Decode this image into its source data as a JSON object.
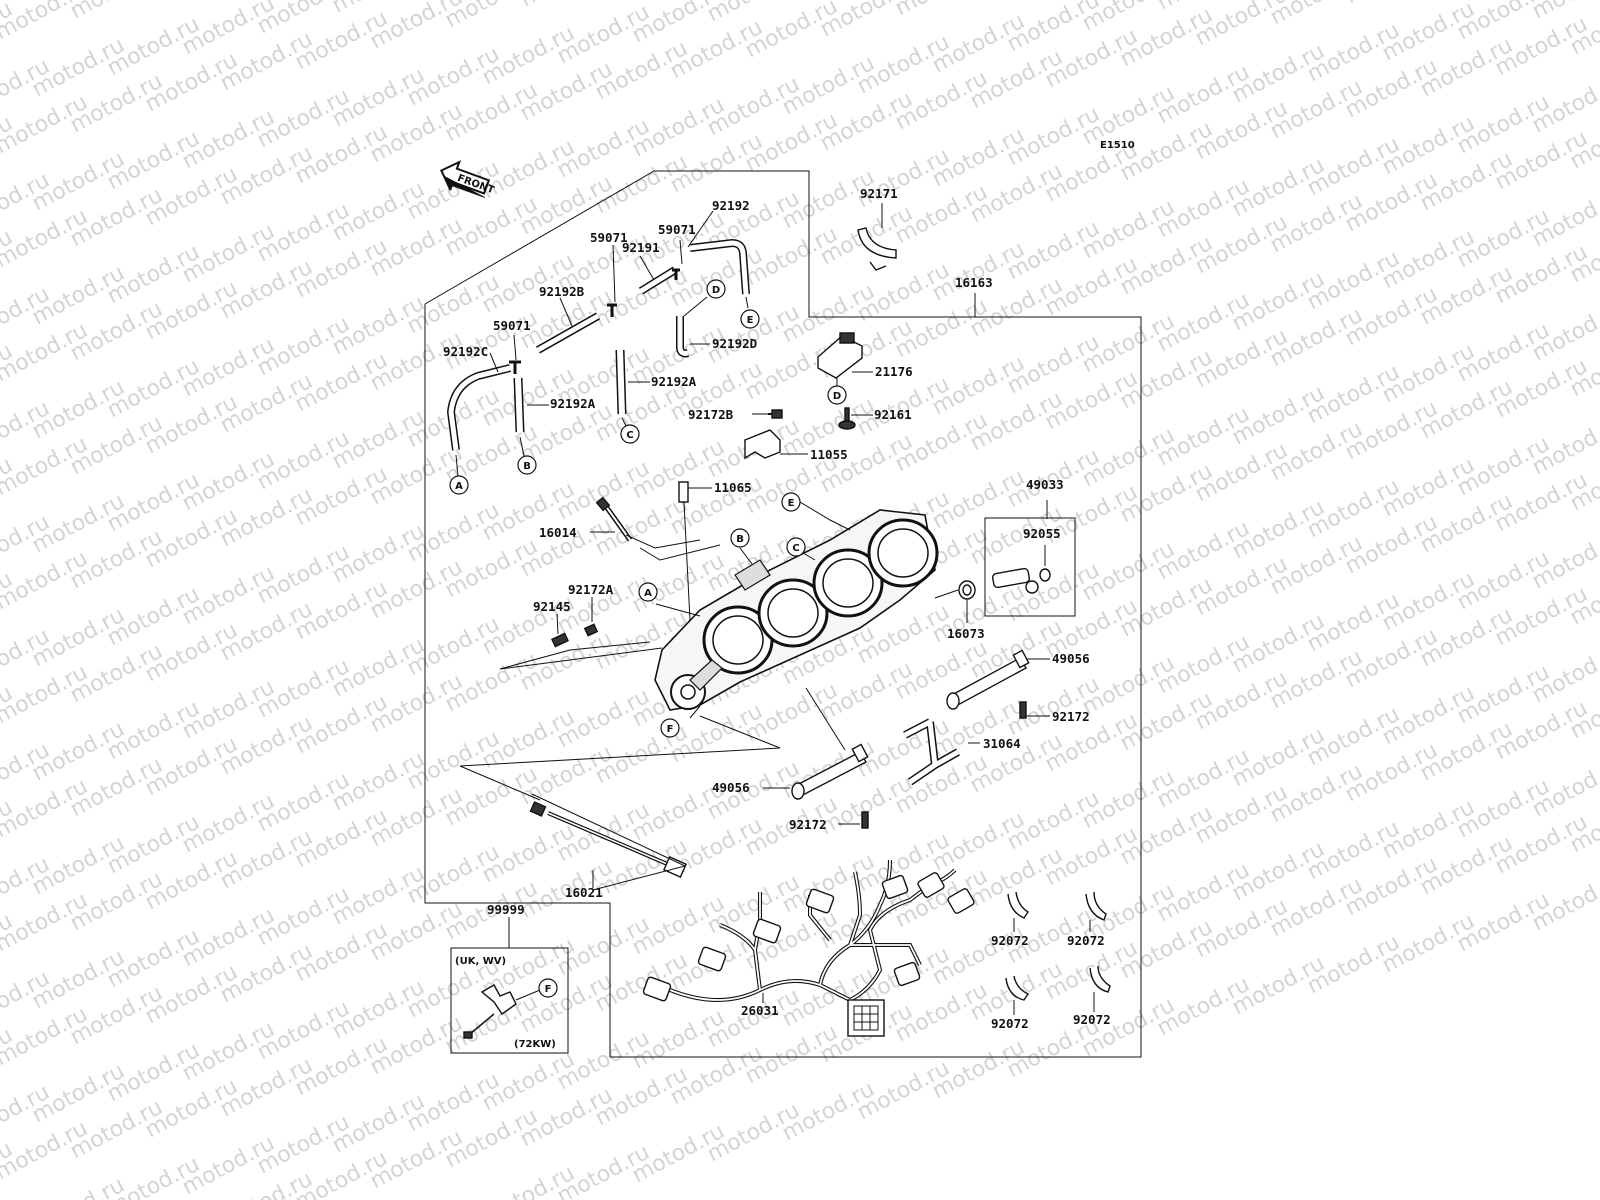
{
  "watermark": "motod.ru",
  "diagram_code": "E1510",
  "front_label": "FRONT",
  "callouts": {
    "c92192": "92192",
    "c92171": "92171",
    "c59071a": "59071",
    "c92191": "92191",
    "c59071b": "59071",
    "c92192b": "92192B",
    "c16163": "16163",
    "c59071c": "59071",
    "c92192d": "92192D",
    "c92192c": "92192C",
    "c21176": "21176",
    "c92192a1": "92192A",
    "c92192a2": "92192A",
    "c92161": "92161",
    "c92172b": "92172B",
    "c11055": "11055",
    "c11065": "11065",
    "c49033": "49033",
    "c16014": "16014",
    "c92055": "92055",
    "c92172a": "92172A",
    "c92145": "92145",
    "c16073": "16073",
    "c49056a": "49056",
    "c92172a2": "92172",
    "c31064": "31064",
    "c49056b": "49056",
    "c92172b2": "92172",
    "c16021": "16021",
    "c99999": "99999",
    "c92072a": "92072",
    "c92072b": "92072",
    "c92072c": "92072",
    "c92072d": "92072",
    "c26031": "26031",
    "note_region": "(UK, WV)",
    "note_power": "(72KW)"
  },
  "circle_letters": {
    "a1": "A",
    "b1": "B",
    "c1": "C",
    "d1": "D",
    "e1": "E",
    "d2": "D",
    "e2": "E",
    "b2": "B",
    "c2": "C",
    "a2": "A",
    "f1": "F",
    "f2": "F"
  }
}
